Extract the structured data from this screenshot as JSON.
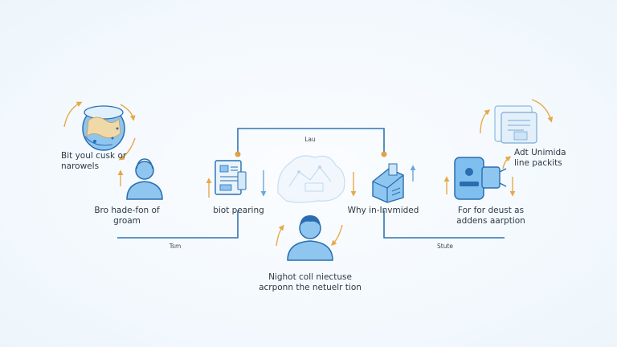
{
  "labels": {
    "top_left": [
      "Bit youl cusk or",
      "narowels"
    ],
    "left_person": [
      "Bro hade-fon of",
      "groam"
    ],
    "document": "biot pearing",
    "center_person": [
      "Nighot coll niectuse",
      "acrponn the netuelr tion"
    ],
    "server": "Why in-Invmided",
    "top_right": [
      "Adt Unimida",
      "line packits"
    ],
    "right_device": [
      "For for deust as",
      "addens aarption"
    ]
  },
  "connector_labels": {
    "top": "Lau",
    "bottom_left": "Tsm",
    "bottom_right": "Stute"
  },
  "colors": {
    "line": "#2f73b7",
    "icon_fill": "#7ebff0",
    "icon_stroke": "#2a6db0",
    "arrow": "#e6a94a",
    "node": "#e2a14a"
  }
}
